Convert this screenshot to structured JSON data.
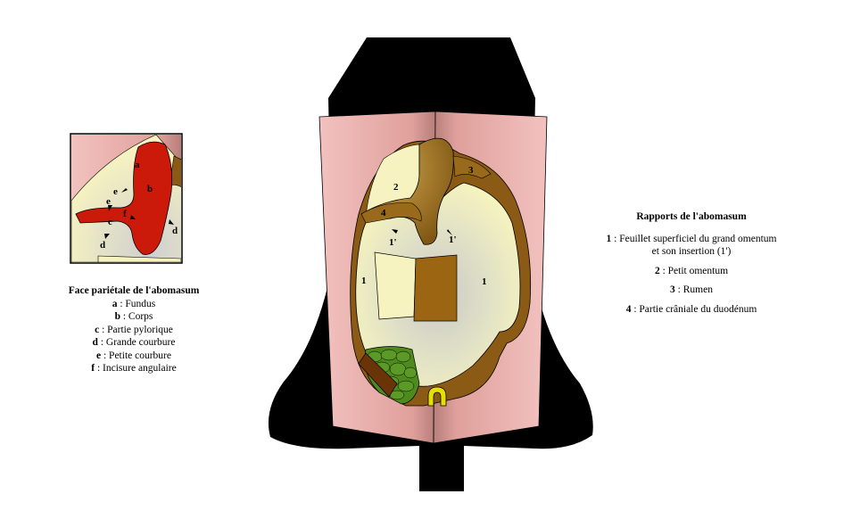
{
  "inset_legend": {
    "title": "Face pariétale de l'abomasum",
    "items": [
      {
        "key": "a",
        "text": " : Fundus"
      },
      {
        "key": "b",
        "text": " : Corps"
      },
      {
        "key": "c",
        "text": " : Partie pylorique"
      },
      {
        "key": "d",
        "text": " : Grande courbure"
      },
      {
        "key": "e",
        "text": " : Petite courbure"
      },
      {
        "key": "f",
        "text": " : Incisure angulaire"
      }
    ]
  },
  "main_legend": {
    "title": "Rapports de l'abomasum",
    "items": [
      {
        "key": "1",
        "text": " : Feuillet superficiel du grand omentum",
        "text2": "et son insertion (1')"
      },
      {
        "key": "2",
        "text": " : Petit omentum"
      },
      {
        "key": "3",
        "text": " : Rumen"
      },
      {
        "key": "4",
        "text": " : Partie crâniale du duodénum"
      }
    ]
  },
  "inset_labels": {
    "a": "a",
    "b": "b",
    "c": "c",
    "d1": "d",
    "d2": "d",
    "e1": "e",
    "e2": "e",
    "f": "f"
  },
  "main_labels": {
    "n1_left": "1",
    "n1_right": "1",
    "n1p_left": "1'",
    "n1p_right": "1'",
    "n2": "2",
    "n3": "3",
    "n4": "4"
  },
  "colors": {
    "abomasum_inset": "#cc1a0a",
    "omentum": "#f7f3c0",
    "peritoneum_flap": "#e6a9a4",
    "rumen": "#8b5a14",
    "body_silhouette": "#000000",
    "intestine": "#4e8a1e",
    "duodenum_tube": "#e6e000"
  }
}
